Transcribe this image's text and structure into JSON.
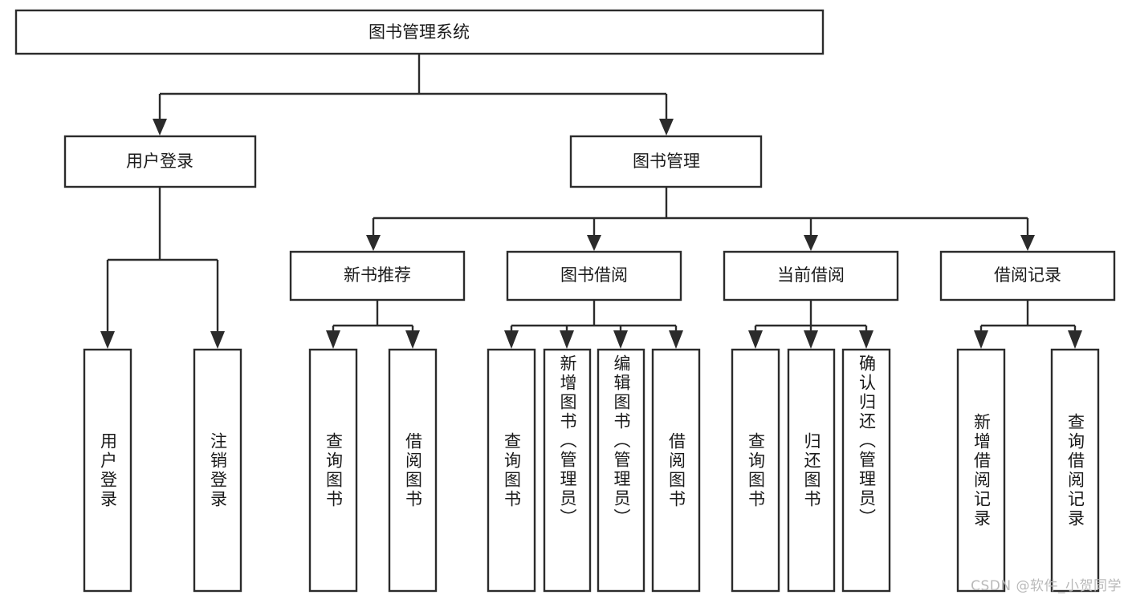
{
  "diagram": {
    "type": "tree-hierarchy",
    "title": "图书管理系统",
    "orientation": "top-down",
    "colors": {
      "box_fill": "#ffffff",
      "box_stroke": "#2b2b2b",
      "text": "#1a1a1a",
      "background": "#ffffff",
      "watermark": "#b9b9b9"
    },
    "levels": [
      {
        "level": 1,
        "nodes": [
          {
            "id": "root",
            "label": "图书管理系统",
            "orientation": "horizontal"
          }
        ]
      },
      {
        "level": 2,
        "nodes": [
          {
            "id": "login",
            "label": "用户登录",
            "orientation": "horizontal",
            "parent": "root"
          },
          {
            "id": "bookmgmt",
            "label": "图书管理",
            "orientation": "horizontal",
            "parent": "root"
          }
        ]
      },
      {
        "level": 3,
        "nodes": [
          {
            "id": "newbook",
            "label": "新书推荐",
            "orientation": "horizontal",
            "parent": "bookmgmt"
          },
          {
            "id": "borrow",
            "label": "图书借阅",
            "orientation": "horizontal",
            "parent": "bookmgmt"
          },
          {
            "id": "current",
            "label": "当前借阅",
            "orientation": "horizontal",
            "parent": "bookmgmt"
          },
          {
            "id": "records",
            "label": "借阅记录",
            "orientation": "horizontal",
            "parent": "bookmgmt"
          }
        ]
      },
      {
        "level": 4,
        "nodes": [
          {
            "id": "leaf-user-login",
            "label": "用户登录",
            "orientation": "vertical",
            "parent": "login"
          },
          {
            "id": "leaf-user-logout",
            "label": "注销登录",
            "orientation": "vertical",
            "parent": "login"
          },
          {
            "id": "leaf-query-book-1",
            "label": "查询图书",
            "orientation": "vertical",
            "parent": "newbook"
          },
          {
            "id": "leaf-borrow-book-1",
            "label": "借阅图书",
            "orientation": "vertical",
            "parent": "newbook"
          },
          {
            "id": "leaf-query-book-2",
            "label": "查询图书",
            "orientation": "vertical",
            "parent": "borrow"
          },
          {
            "id": "leaf-add-book",
            "label": "新增图书（管理员）",
            "orientation": "vertical",
            "parent": "borrow"
          },
          {
            "id": "leaf-edit-book",
            "label": "编辑图书（管理员）",
            "orientation": "vertical",
            "parent": "borrow"
          },
          {
            "id": "leaf-borrow-book-2",
            "label": "借阅图书",
            "orientation": "vertical",
            "parent": "borrow"
          },
          {
            "id": "leaf-query-book-3",
            "label": "查询图书",
            "orientation": "vertical",
            "parent": "current"
          },
          {
            "id": "leaf-return-book",
            "label": "归还图书",
            "orientation": "vertical",
            "parent": "current"
          },
          {
            "id": "leaf-confirm-return",
            "label": "确认归还（管理员）",
            "orientation": "vertical",
            "parent": "current"
          },
          {
            "id": "leaf-add-record",
            "label": "新增借阅记录",
            "orientation": "vertical",
            "parent": "records"
          },
          {
            "id": "leaf-query-record",
            "label": "查询借阅记录",
            "orientation": "vertical",
            "parent": "records"
          }
        ]
      }
    ]
  },
  "watermark": {
    "text": "CSDN @软件_小贺同学"
  }
}
